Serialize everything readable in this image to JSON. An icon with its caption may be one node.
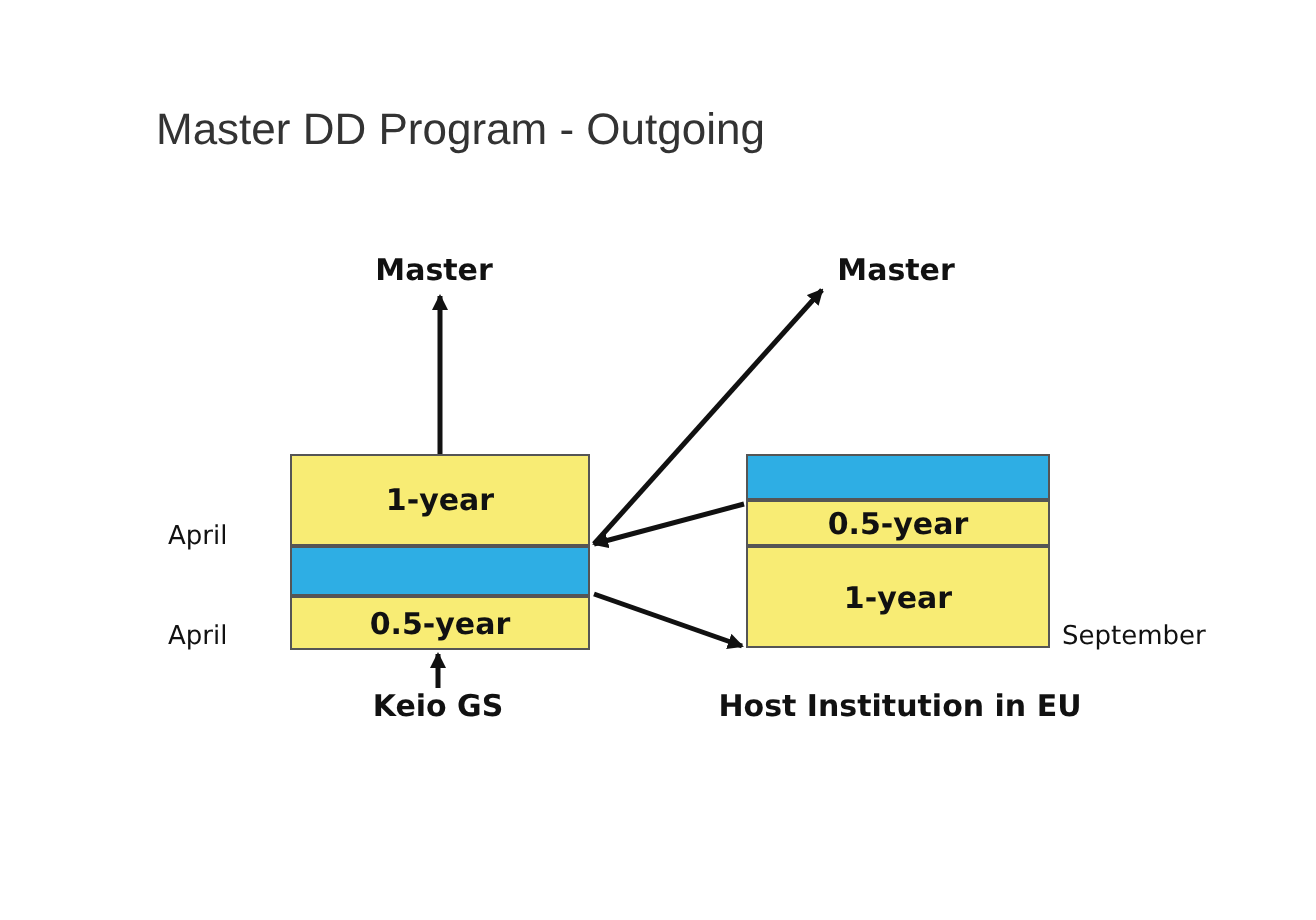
{
  "diagram": {
    "title": "Master DD Program - Outgoing",
    "nodes": [
      {
        "text": [
          "Master"
        ]
      },
      {
        "text": [
          "Master"
        ]
      },
      {
        "text": [
          "1-year"
        ]
      },
      {
        "text": [],
        "shape": "bar"
      },
      {
        "text": [
          "0.5-year"
        ]
      },
      {
        "text": [
          "Keio GS"
        ]
      },
      {
        "text": [],
        "shape": "bar"
      },
      {
        "text": [
          "0.5-year"
        ]
      },
      {
        "text": [
          "1-year"
        ],
        "beside": [
          "September"
        ]
      },
      {
        "text": [
          "Host Institution in EU"
        ]
      }
    ],
    "edges": [
      {
        "from": 2,
        "to": 0,
        "arrow": "to"
      },
      {
        "from": 2,
        "to": 1,
        "arrow": "to"
      },
      {
        "from": 6,
        "to": 3,
        "arrow": "to"
      },
      {
        "from": 3,
        "to": 8,
        "arrow": "to"
      },
      {
        "from": 5,
        "to": 4,
        "arrow": "to"
      }
    ],
    "labels": [
      "April",
      "April"
    ]
  }
}
